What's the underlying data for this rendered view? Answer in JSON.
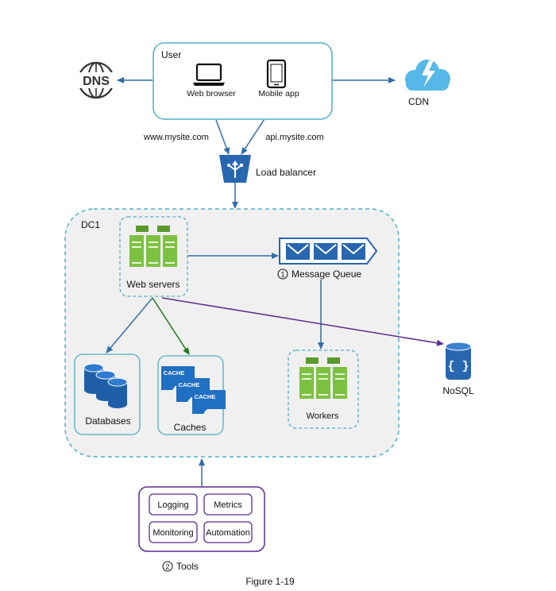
{
  "user_box": {
    "title": "User",
    "web_browser": "Web browser",
    "mobile_app": "Mobile app"
  },
  "dns": {
    "icon_text": "DNS"
  },
  "cdn": {
    "label": "CDN"
  },
  "urls": {
    "web": "www.mysite.com",
    "api": "api.mysite.com"
  },
  "load_balancer": {
    "label": "Load balancer"
  },
  "dc1": {
    "title": "DC1",
    "web_servers": "Web servers",
    "message_queue": {
      "number": "1",
      "label": "Message Queue"
    },
    "databases": "Databases",
    "caches": {
      "label": "Caches",
      "icon_text": "CACHE"
    },
    "workers": "Workers"
  },
  "nosql": {
    "label": "NoSQL",
    "icon_text": "{ }"
  },
  "tools": {
    "number": "2",
    "label": "Tools",
    "items": [
      "Logging",
      "Metrics",
      "Monitoring",
      "Automation"
    ]
  },
  "figure_caption": "Figure 1-19",
  "colors": {
    "blue": "#2f7bbf",
    "dark_blue": "#1f5fa8",
    "teal_border": "#4fb0c6",
    "green": "#7dc142",
    "green_dark": "#5a9a2c",
    "purple": "#5b2c8e",
    "dark_green_arrow": "#1e7a1e",
    "dc_fill": "#f0f0f0"
  }
}
